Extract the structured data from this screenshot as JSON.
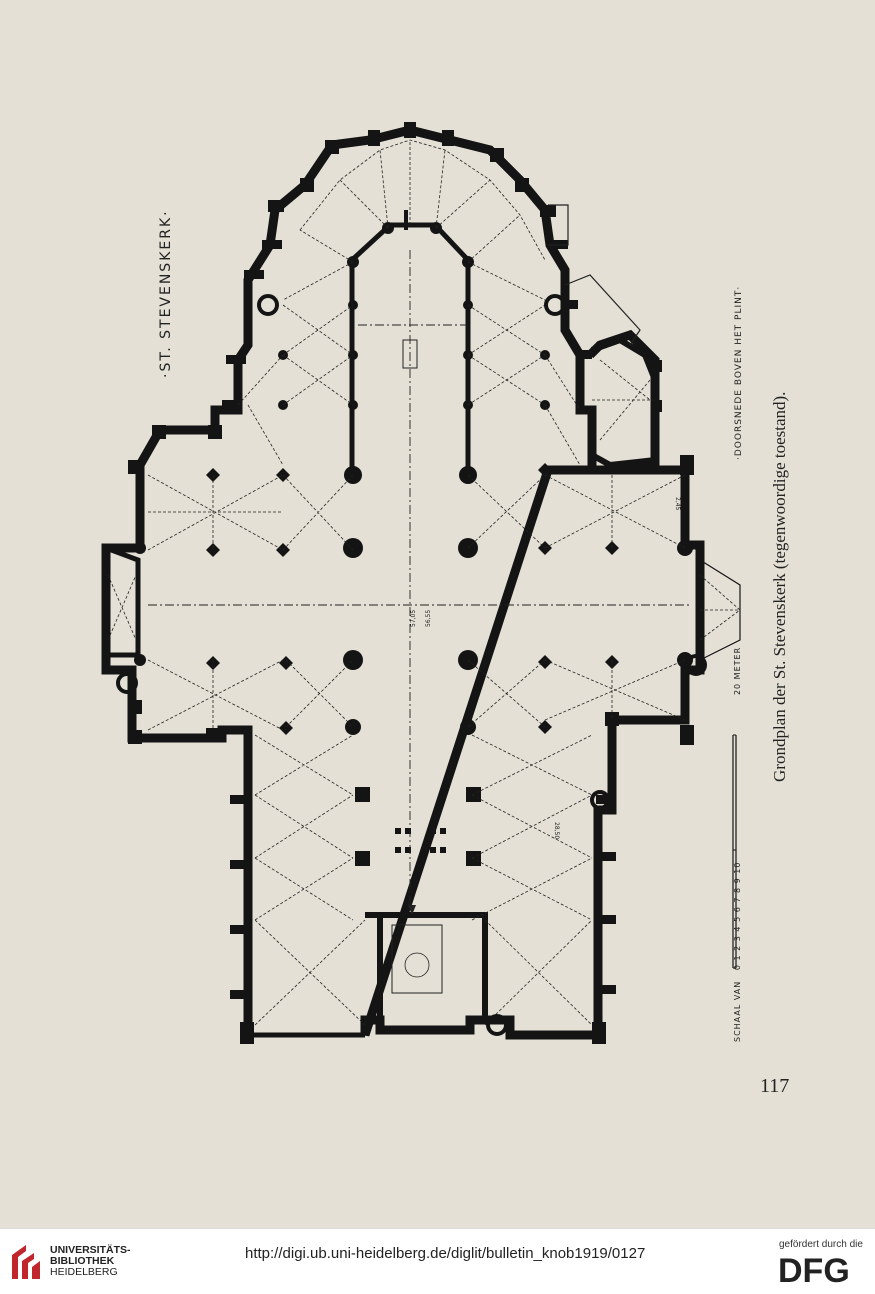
{
  "plan": {
    "title": "·ST. STEVENSKERK·",
    "section_note": "·DOORSNEDE BOVEN HET PLINT·",
    "scale_label": "SCHAAL VAN",
    "scale_numbers": "0 1 2 3 4 5 6 7 8 9 10",
    "scale_end": "20 METER",
    "dim_nave": "57,05",
    "dim_nave2": "56,55",
    "dim_aisle": "28,50",
    "dim_transept": "2,45"
  },
  "caption": "Grondplan der St. Stevenskerk (tegenwoordige toestand).",
  "page_number": "117",
  "footer": {
    "institution_line1": "UNIVERSITÄTS-",
    "institution_line2": "BIBLIOTHEK",
    "institution_line3": "HEIDELBERG",
    "url": "http://digi.ub.uni-heidelberg.de/diglit/bulletin_knob1919/0127",
    "funded_by": "gefördert durch die",
    "funder": "DFG"
  },
  "colors": {
    "paper": "#e4e0d6",
    "ink": "#141414",
    "footer_bg": "#ffffff",
    "logo_red": "#c0262c"
  }
}
